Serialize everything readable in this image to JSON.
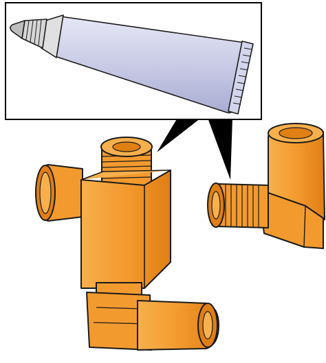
{
  "illustration": {
    "callout": {
      "item": "sealant-tube",
      "frame_color": "#000000",
      "tube_color": "#c9cbe6",
      "tube_shade_color": "#a9acd2",
      "cap_color": "#d6d6d6"
    },
    "fittings": [
      {
        "item": "tee-fitting",
        "color": "#f39a2e",
        "shade_color": "#e07f14"
      },
      {
        "item": "elbow-fitting",
        "color": "#f39a2e",
        "shade_color": "#e07f14"
      }
    ],
    "outline_color": "#1a1a1a"
  }
}
